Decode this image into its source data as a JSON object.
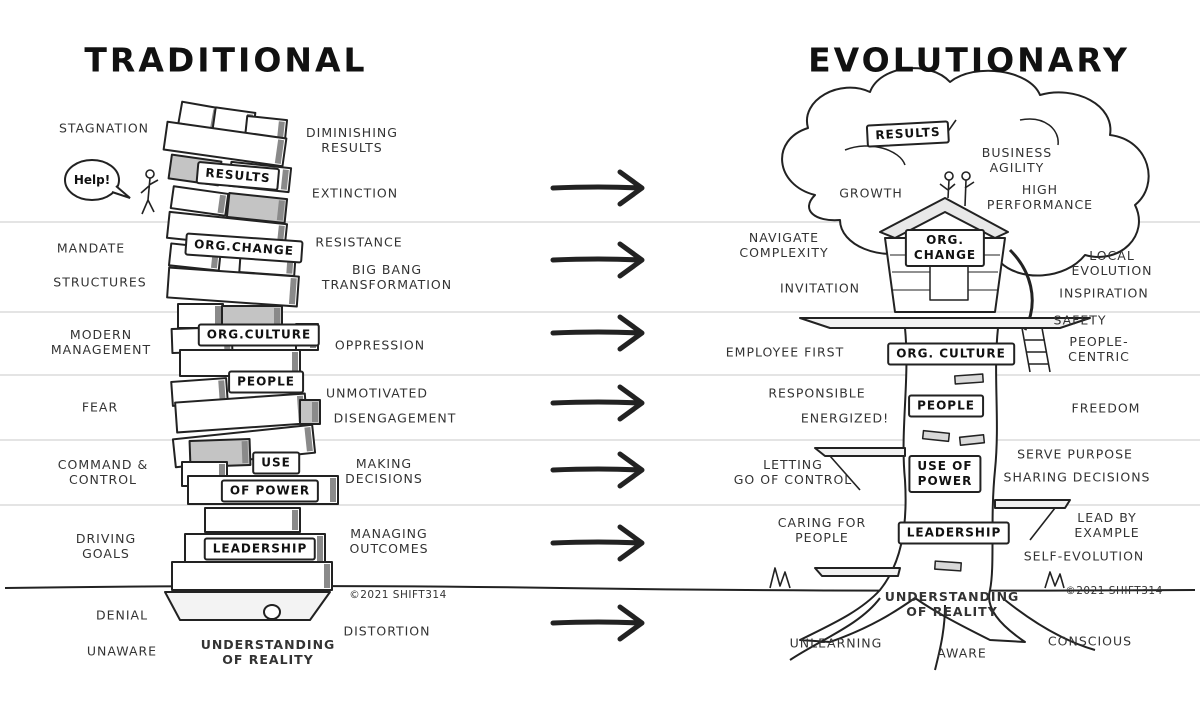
{
  "titles": {
    "traditional": "TRADITIONAL",
    "evolutionary": "EVOLUTIONARY"
  },
  "traditional": {
    "help_bubble": "Help!",
    "copyright": "©2021 SHIFT314",
    "tower_labels": {
      "results": "RESULTS",
      "org_change": "ORG.CHANGE",
      "org_culture": "ORG.CULTURE",
      "people": "PEOPLE",
      "use": "USE",
      "of_power": "OF POWER",
      "leadership": "LEADERSHIP",
      "understanding": "UNDERSTANDING\nOF REALITY"
    },
    "left_notes": {
      "stagnation": "STAGNATION",
      "mandate": "MANDATE",
      "structures": "STRUCTURES",
      "modern_management": "MODERN\nMANAGEMENT",
      "fear": "FEAR",
      "command_control": "COMMAND &\nCONTROL",
      "driving_goals": "DRIVING\nGOALS",
      "denial": "DENIAL",
      "unaware": "UNAWARE"
    },
    "right_notes": {
      "diminishing_results": "DIMINISHING\nRESULTS",
      "extinction": "EXTINCTION",
      "resistance": "RESISTANCE",
      "big_bang": "BIG BANG\nTRANSFORMATION",
      "oppression": "OPPRESSION",
      "unmotivated": "UNMOTIVATED",
      "disengagement": "DISENGAGEMENT",
      "making_decisions": "MAKING\nDECISIONS",
      "managing_outcomes": "MANAGING\nOUTCOMES",
      "distortion": "DISTORTION"
    }
  },
  "evolutionary": {
    "copyright": "©2021 SHIFT314",
    "tree_labels": {
      "results": "RESULTS",
      "org_change": "ORG.\nCHANGE",
      "org_culture": "ORG. CULTURE",
      "people": "PEOPLE",
      "use_of_power": "USE OF\nPOWER",
      "leadership": "LEADERSHIP",
      "understanding": "UNDERSTANDING\nOF REALITY"
    },
    "left_notes": {
      "growth": "GROWTH",
      "navigate_complexity": "NAVIGATE\nCOMPLEXITY",
      "invitation": "INVITATION",
      "employee_first": "EMPLOYEE FIRST",
      "responsible": "RESPONSIBLE",
      "energized": "ENERGIZED!",
      "letting_go": "LETTING\nGO OF CONTROL",
      "caring_for_people": "CARING FOR\nPEOPLE",
      "unlearning": "UNLEARNING",
      "aware": "AWARE"
    },
    "right_notes": {
      "business_agility": "BUSINESS\nAGILITY",
      "high_performance": "HIGH\nPERFORMANCE",
      "local_evolution": "LOCAL\nEVOLUTION",
      "inspiration": "INSPIRATION",
      "safety": "SAFETY",
      "people_centric": "PEOPLE-\nCENTRIC",
      "freedom": "FREEDOM",
      "serve_purpose": "SERVE PURPOSE",
      "sharing_decisions": "SHARING DECISIONS",
      "lead_by_example": "LEAD BY\nEXAMPLE",
      "self_evolution": "SELF-EVOLUTION",
      "conscious": "CONSCIOUS"
    }
  },
  "arrows": {
    "count": 7
  },
  "colors": {
    "ink": "#222222",
    "shade": "#8a8a8a",
    "light_shade": "#c4c4c4",
    "divider": "#c9c9c9",
    "accent": "#8fd3e0"
  }
}
